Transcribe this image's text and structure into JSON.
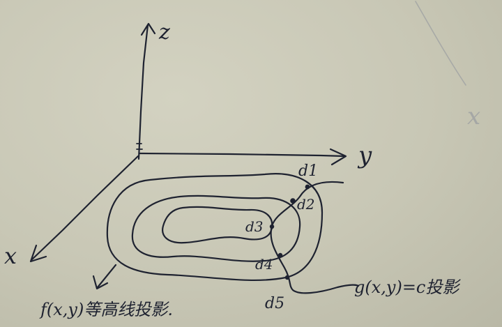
{
  "axes": {
    "z_label": "z",
    "y_label": "y",
    "x_label": "x",
    "x_faint_label": "x"
  },
  "points": {
    "d1": "d1",
    "d2": "d2",
    "d3": "d3",
    "d4": "d4",
    "d5": "d5"
  },
  "captions": {
    "contour_projection": "f(x,y)等高线投影.",
    "constraint_projection": "g(x,y)=c投影"
  }
}
